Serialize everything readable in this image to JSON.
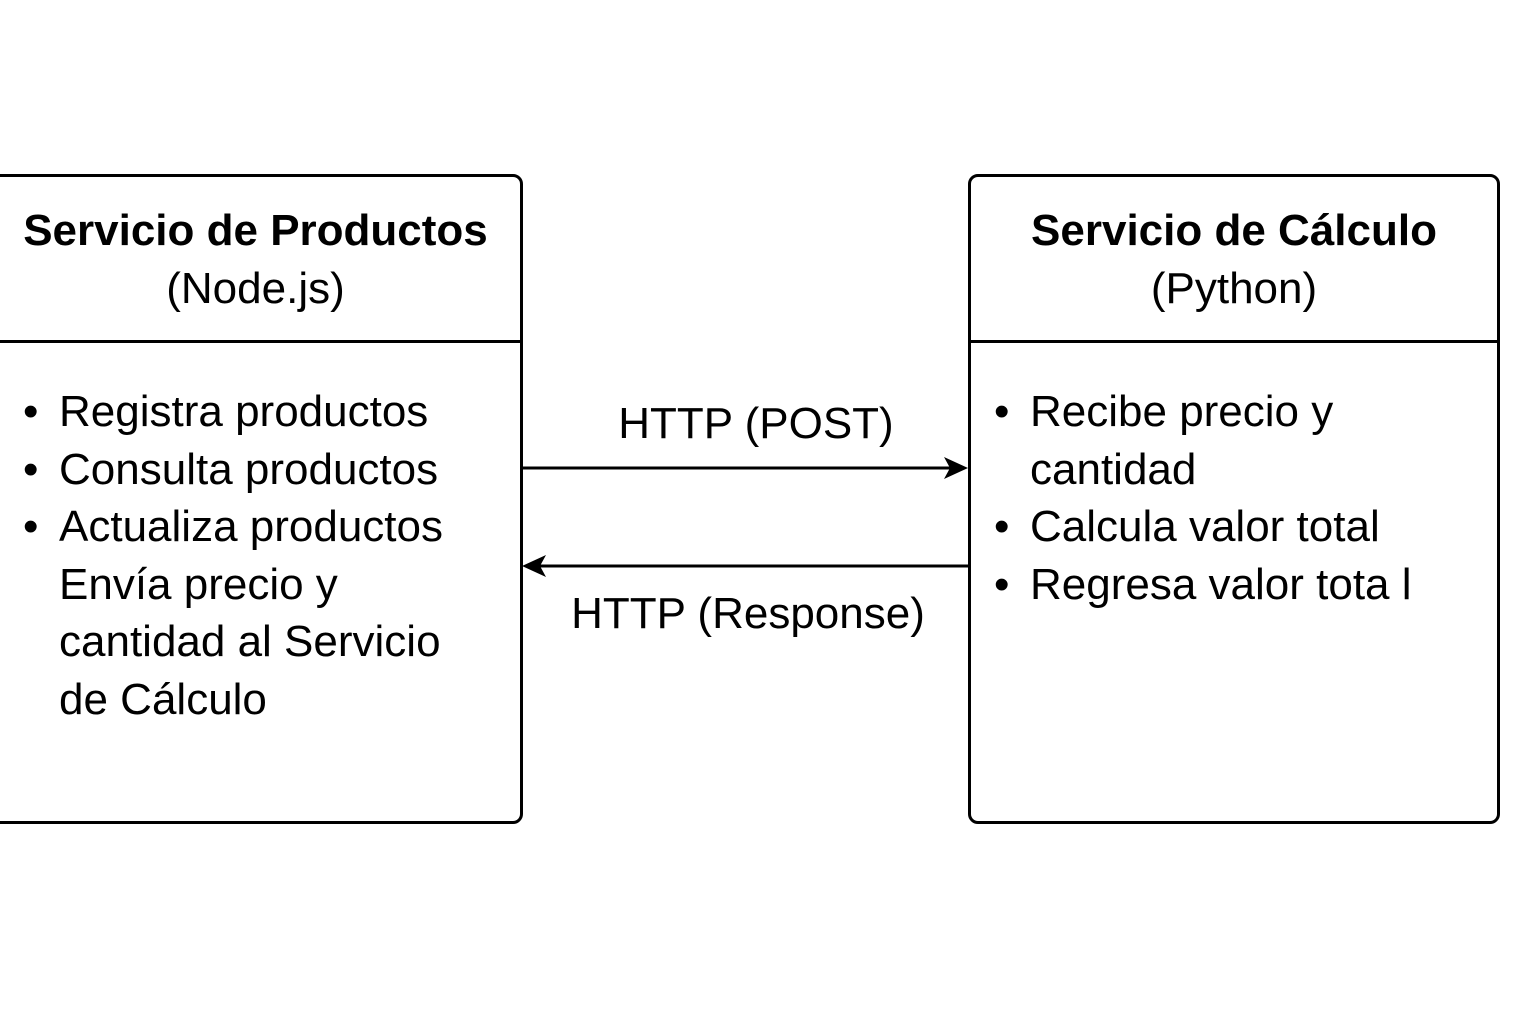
{
  "left_service": {
    "title": "Servicio de Productos",
    "subtitle": "(Node.js)",
    "items": [
      {
        "bullet": "•",
        "text": "Registra productos"
      },
      {
        "bullet": "•",
        "text": "Consulta productos"
      },
      {
        "bullet": "•",
        "text": "Actualiza productos"
      },
      {
        "bullet": "",
        "text": "Envía precio y"
      },
      {
        "bullet": "",
        "text": "cantidad al Servicio"
      },
      {
        "bullet": "",
        "text": "de Cálculo"
      }
    ]
  },
  "right_service": {
    "title": "Servicio de Cálculo",
    "subtitle": "(Python)",
    "items": [
      {
        "bullet": "•",
        "text": "Recibe precio y"
      },
      {
        "bullet": "",
        "text": "cantidad"
      },
      {
        "bullet": "•",
        "text": "Calcula valor total"
      },
      {
        "bullet": "•",
        "text": "Regresa valor tota l"
      }
    ]
  },
  "connections": {
    "request_label": "HTTP (POST)",
    "response_label": "HTTP (Response)"
  },
  "colors": {
    "stroke": "#000000",
    "background": "#ffffff"
  }
}
